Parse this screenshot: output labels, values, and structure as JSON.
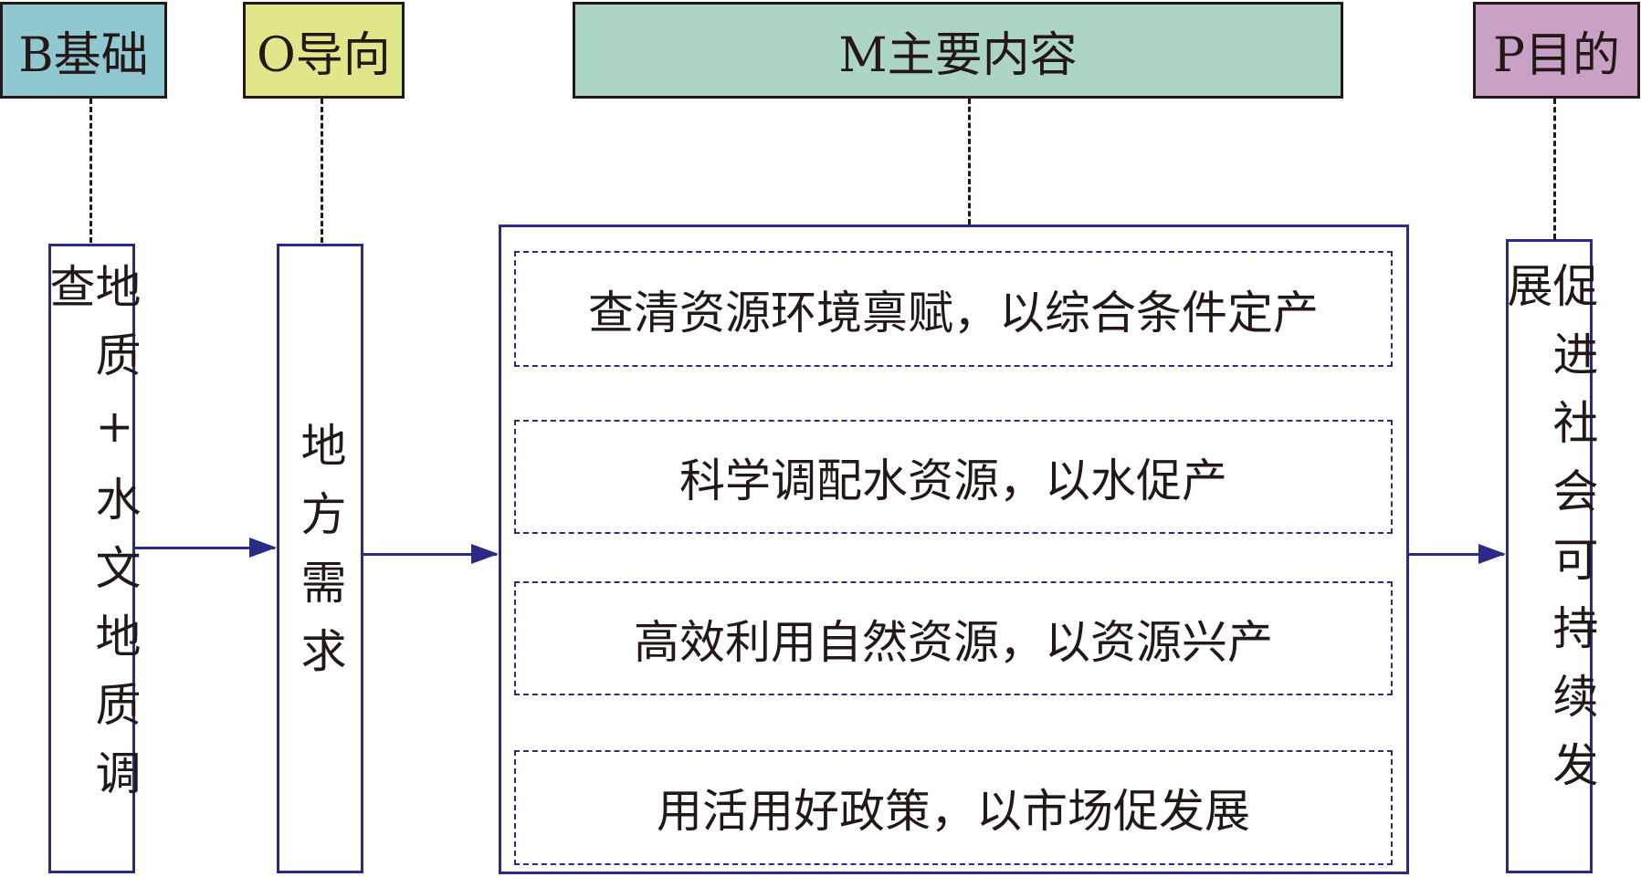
{
  "headers": {
    "b": {
      "label": "B基础",
      "color": "#90c8d1"
    },
    "o": {
      "label": "O导向",
      "color": "#e0e68a"
    },
    "m": {
      "label": "M主要内容",
      "color": "#acd5c2"
    },
    "p": {
      "label": "P目的",
      "color": "#c9a1c7"
    }
  },
  "columns": {
    "b": "地质+水文地质调查",
    "o": "地方需求",
    "p": "促进社会可持续发展"
  },
  "main_items": [
    "查清资源环境禀赋，以综合条件定产",
    "科学调配水资源，以水促产",
    "高效利用自然资源，以资源兴产",
    "用活用好政策，以市场促发展"
  ]
}
